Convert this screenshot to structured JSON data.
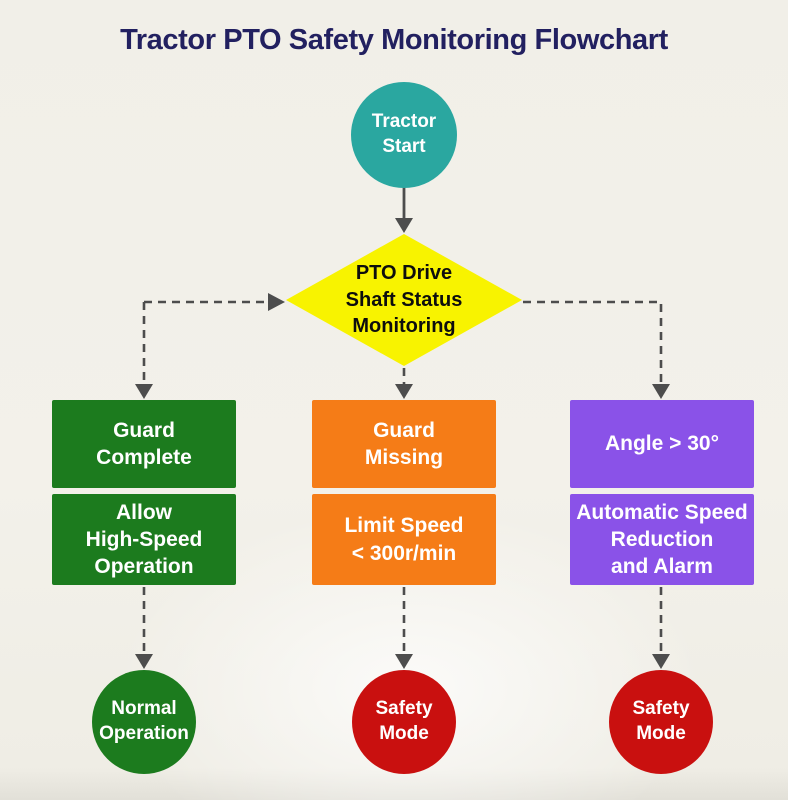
{
  "title": "Tractor PTO Safety Monitoring Flowchart",
  "colors": {
    "background": "#f1efe8",
    "title": "#222060",
    "teal": "#2aa7a0",
    "yellow": "#f8f300",
    "green": "#1c7b1e",
    "orange": "#f57c17",
    "purple": "#8a52e8",
    "red": "#c9100f",
    "connector": "#4d4d4d"
  },
  "nodes": {
    "start": {
      "shape": "circle",
      "lines": [
        "Tractor",
        "Start"
      ]
    },
    "decision": {
      "shape": "diamond",
      "lines": [
        "PTO Drive",
        "Shaft Status",
        "Monitoring"
      ]
    },
    "left_condition": {
      "shape": "box",
      "lines": [
        "Guard",
        "Complete"
      ]
    },
    "left_action": {
      "shape": "box",
      "lines": [
        "Allow",
        "High-Speed",
        "Operation"
      ]
    },
    "mid_condition": {
      "shape": "box",
      "lines": [
        "Guard",
        "Missing"
      ]
    },
    "mid_action": {
      "shape": "box",
      "lines": [
        "Limit Speed",
        "< 300r/min"
      ]
    },
    "right_condition": {
      "shape": "box",
      "lines": [
        "Angle > 30°"
      ]
    },
    "right_action": {
      "shape": "box",
      "lines": [
        "Automatic Speed",
        "Reduction",
        "and Alarm"
      ]
    },
    "left_end": {
      "shape": "circle",
      "lines": [
        "Normal",
        "Operation"
      ]
    },
    "mid_end": {
      "shape": "circle",
      "lines": [
        "Safety",
        "Mode"
      ]
    },
    "right_end": {
      "shape": "circle",
      "lines": [
        "Safety",
        "Mode"
      ]
    }
  }
}
